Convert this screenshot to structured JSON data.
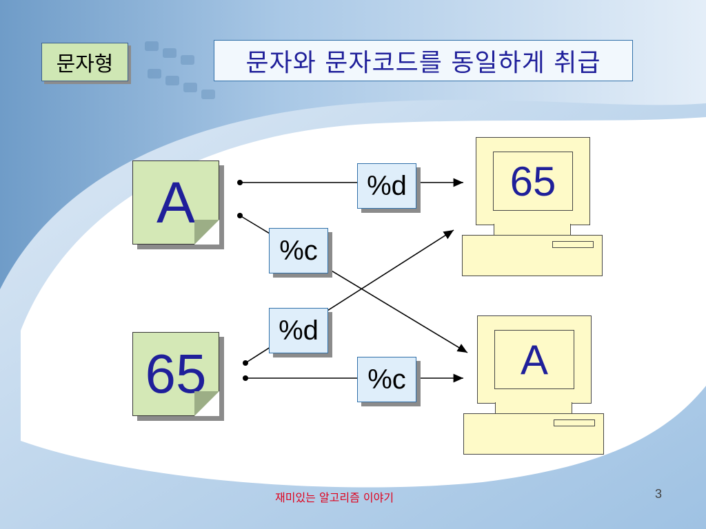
{
  "header": {
    "tag": "문자형",
    "title": "문자와 문자코드를 동일하게 취급"
  },
  "diagram": {
    "sources": [
      "A",
      "65"
    ],
    "formats": [
      "%d",
      "%c",
      "%d",
      "%c"
    ],
    "outputs": [
      "65",
      "A"
    ]
  },
  "footer": {
    "text": "재미있는 알고리즘 이야기",
    "page": "3"
  },
  "colors": {
    "title_text": "#1f1f9a",
    "tag_fill": "#cfe7b4",
    "note_fill": "#d4e8b6",
    "format_fill": "#dfeefa",
    "computer_fill": "#fefac8",
    "footer_text": "#e0001b",
    "background_accent": "#8fb7dc"
  }
}
